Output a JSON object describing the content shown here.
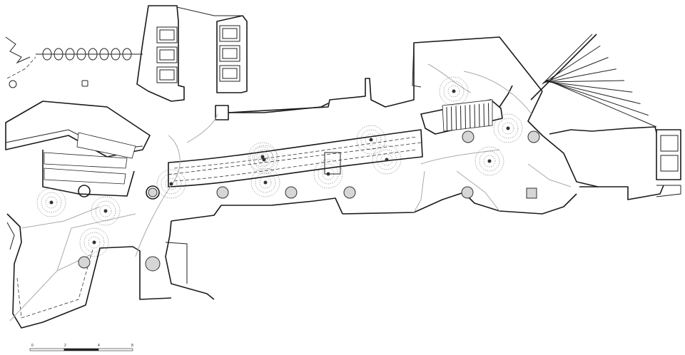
{
  "plan": {
    "scale_bar": {
      "ticks": [
        "0",
        "2",
        "4",
        "8"
      ]
    }
  }
}
